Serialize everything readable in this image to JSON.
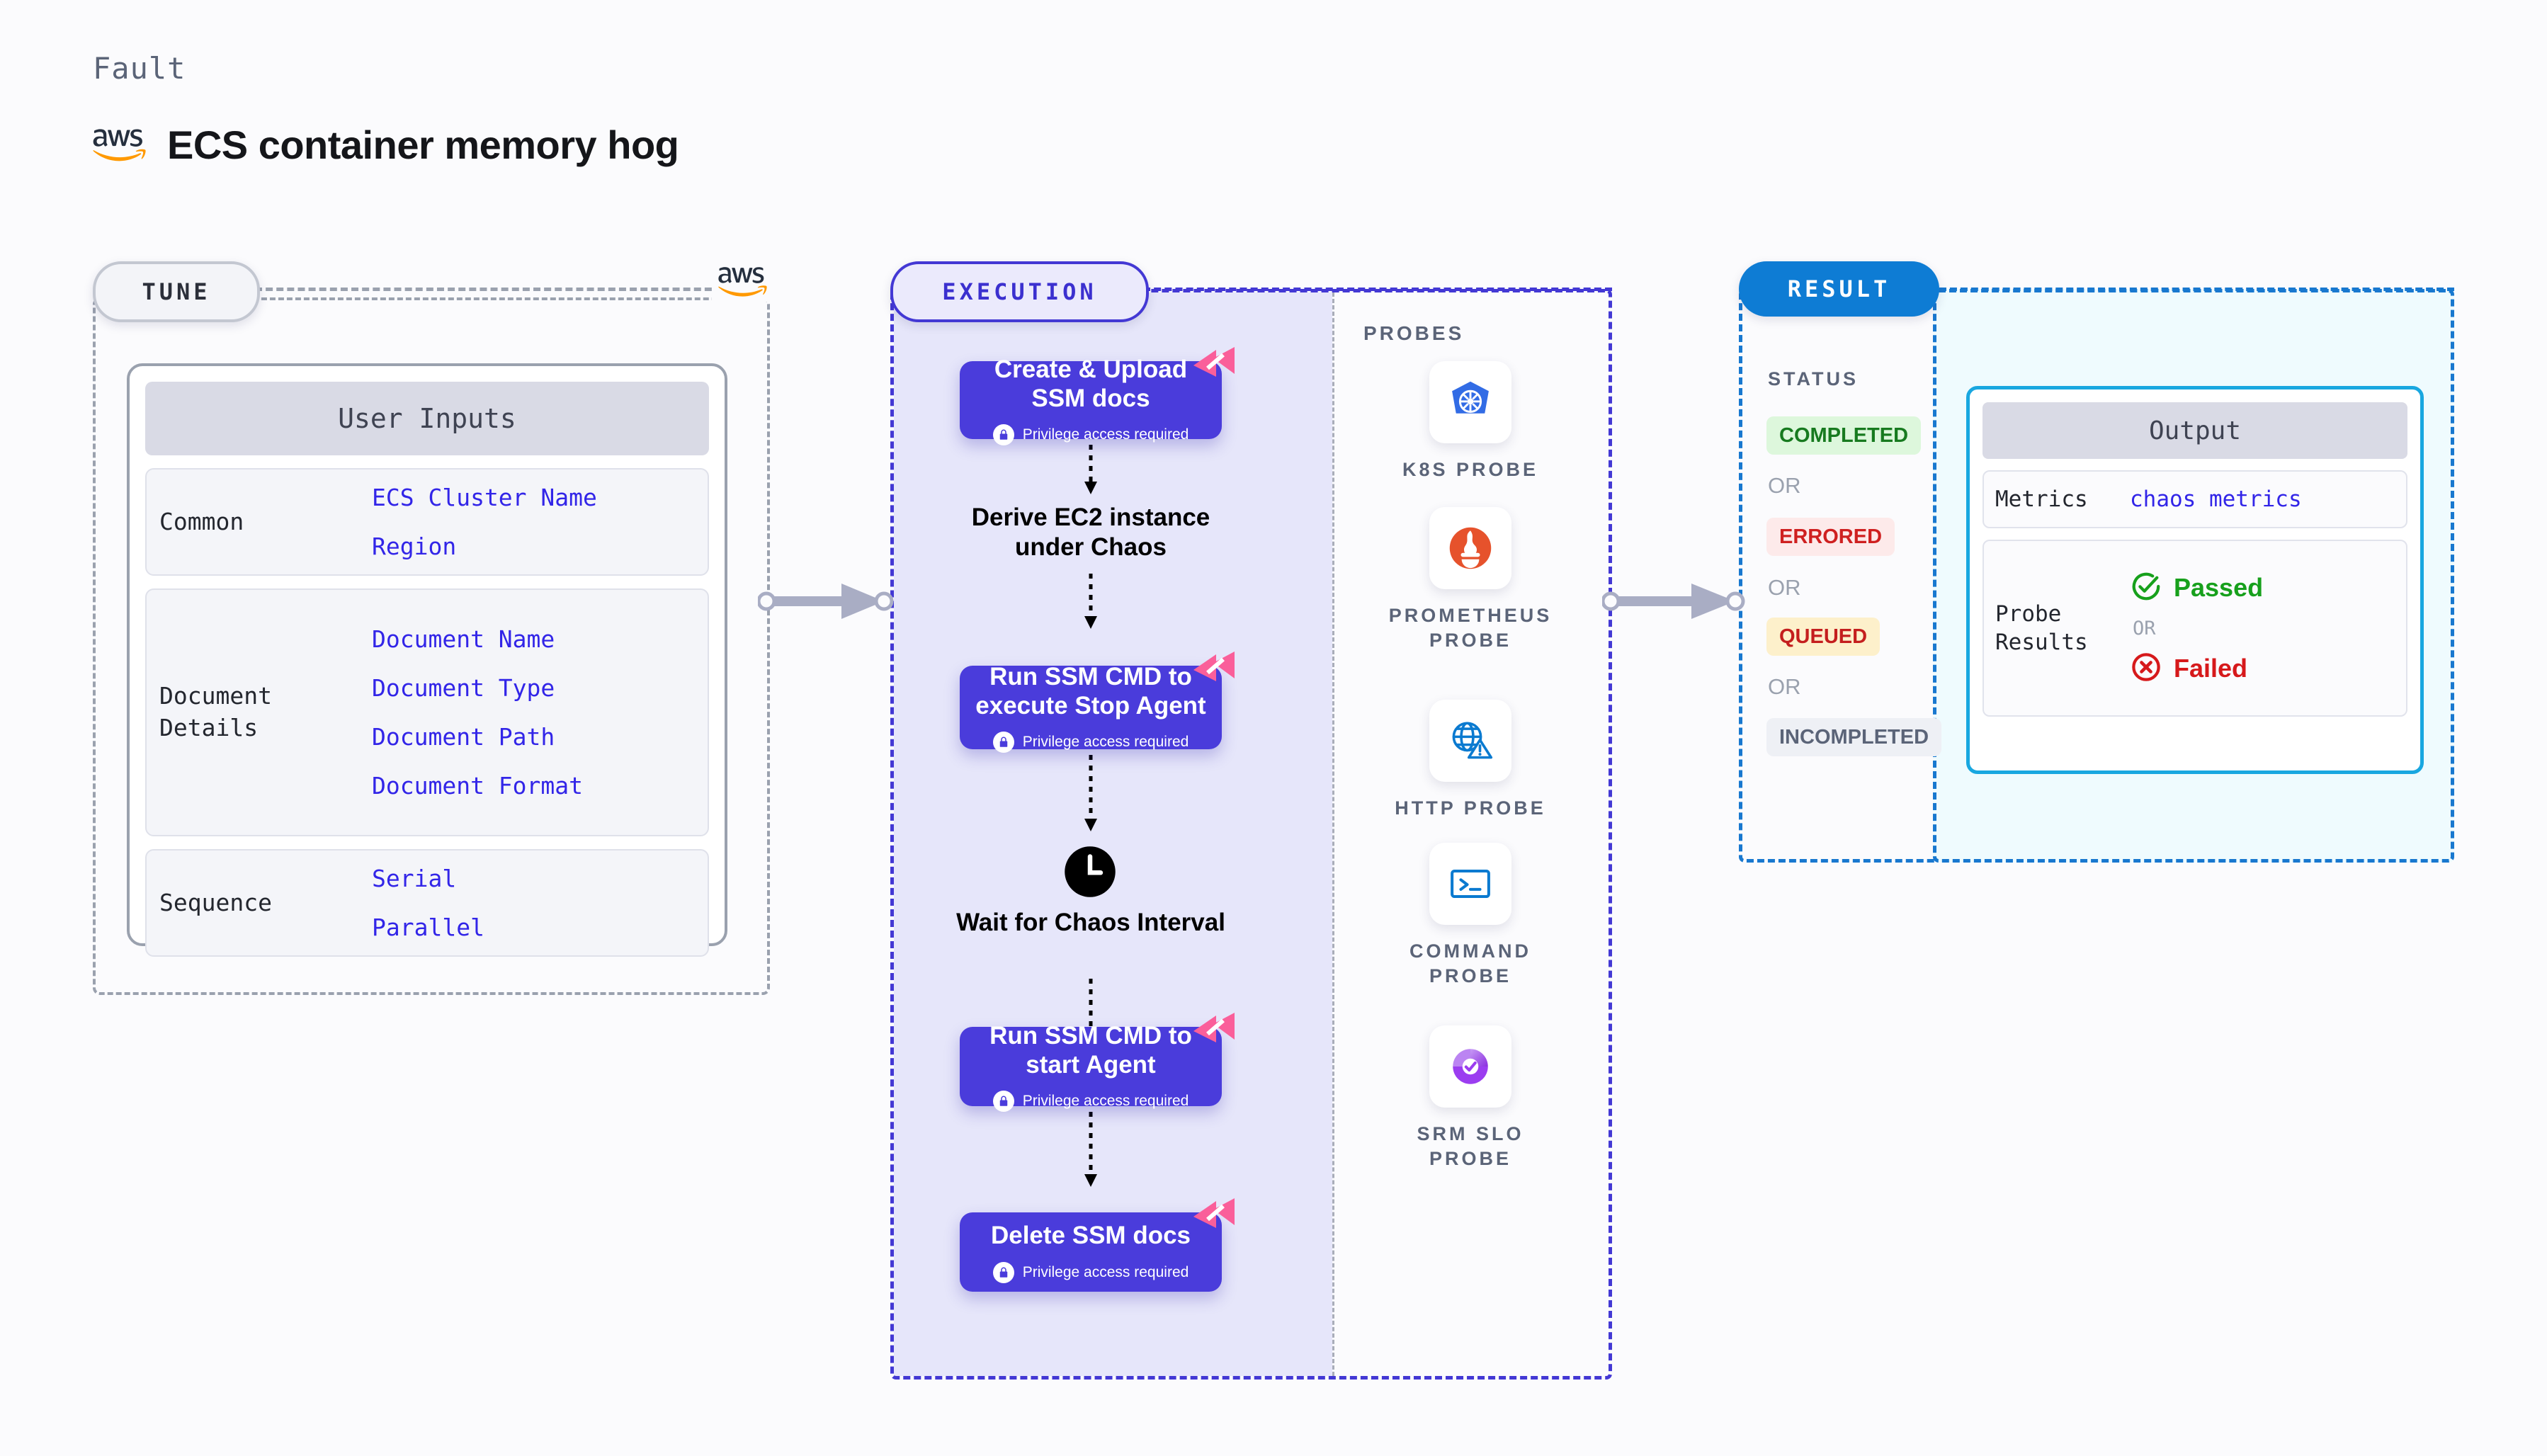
{
  "header": {
    "eyebrow": "Fault",
    "title": "ECS container memory hog",
    "logo_icon": "aws-logo-icon"
  },
  "tune": {
    "tab_label": "TUNE",
    "logo_icon": "aws-logo-icon",
    "card_title": "User Inputs",
    "groups": [
      {
        "label": "Common",
        "values": [
          "ECS Cluster Name",
          "Region"
        ]
      },
      {
        "label": "Document Details",
        "values": [
          "Document Name",
          "Document Type",
          "Document Path",
          "Document Format"
        ]
      },
      {
        "label": "Sequence",
        "values": [
          "Serial",
          "Parallel"
        ]
      }
    ]
  },
  "execution": {
    "tab_label": "EXECUTION",
    "privilege_note": "Privilege access required",
    "steps": [
      {
        "type": "task",
        "title": "Create & Upload SSM docs"
      },
      {
        "type": "plain",
        "title": "Derive EC2 instance under Chaos"
      },
      {
        "type": "task",
        "title": "Run SSM CMD to execute Stop Agent"
      },
      {
        "type": "wait",
        "title": "Wait for Chaos Interval"
      },
      {
        "type": "task",
        "title": "Run SSM CMD to start Agent"
      },
      {
        "type": "task",
        "title": "Delete SSM docs"
      }
    ]
  },
  "probes": {
    "label": "PROBES",
    "items": [
      {
        "name": "K8S PROBE",
        "icon": "kubernetes-icon"
      },
      {
        "name": "PROMETHEUS PROBE",
        "icon": "prometheus-icon"
      },
      {
        "name": "HTTP PROBE",
        "icon": "globe-warning-icon"
      },
      {
        "name": "COMMAND PROBE",
        "icon": "terminal-icon"
      },
      {
        "name": "SRM SLO PROBE",
        "icon": "srm-slo-icon"
      }
    ]
  },
  "result": {
    "tab_label": "RESULT",
    "status_label": "STATUS",
    "or_label": "OR",
    "statuses": [
      {
        "text": "COMPLETED",
        "color": "#177a1f",
        "bg": "#ddf7dc"
      },
      {
        "text": "ERRORED",
        "color": "#cf2020",
        "bg": "#fdeaea"
      },
      {
        "text": "QUEUED",
        "color": "#c41e1e",
        "bg": "#fdf0cb"
      },
      {
        "text": "INCOMPLETED",
        "color": "#5b6478",
        "bg": "#eef0f5"
      }
    ],
    "output": {
      "title": "Output",
      "metrics_label": "Metrics",
      "metrics_value": "chaos metrics",
      "probe_results_label": "Probe Results",
      "passed_label": "Passed",
      "failed_label": "Failed",
      "or_label": "OR",
      "passed_icon": "check-circle-icon",
      "failed_icon": "x-circle-icon"
    }
  },
  "colors": {
    "tune_border": "#9aa1ae",
    "execution_accent": "#4338d4",
    "result_accent": "#1878cf",
    "node_fill": "#4a3cdb",
    "badge_pink": "#fa5f9a",
    "value_blue": "#3225e8"
  }
}
